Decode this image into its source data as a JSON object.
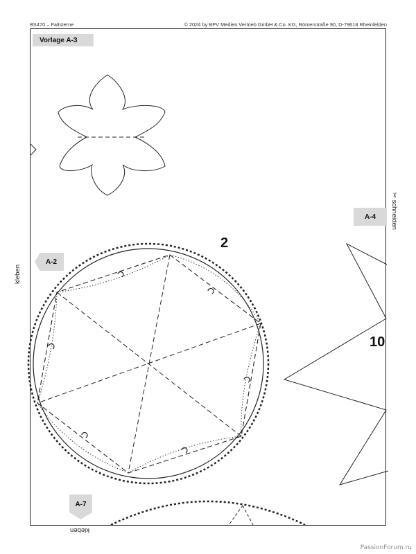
{
  "header": {
    "left": "BS470 – Faltsterne",
    "right": "© 2024 by BPV Medien Vertrieb GmbH & Co. KG, Römerstraße 90, D-79618 Rheinfelden"
  },
  "template_label": "Vorlage A-3",
  "tags": {
    "a4": "A-4",
    "a2": "A-2",
    "a7": "A-7"
  },
  "side_text": {
    "kleben_left": "kleben",
    "kleben_bottom": "kleben",
    "schneiden": "schneiden"
  },
  "scissors_icon": "✂",
  "numbers": {
    "circle": "2",
    "star": "10"
  },
  "watermark": "PassionForum.ru"
}
